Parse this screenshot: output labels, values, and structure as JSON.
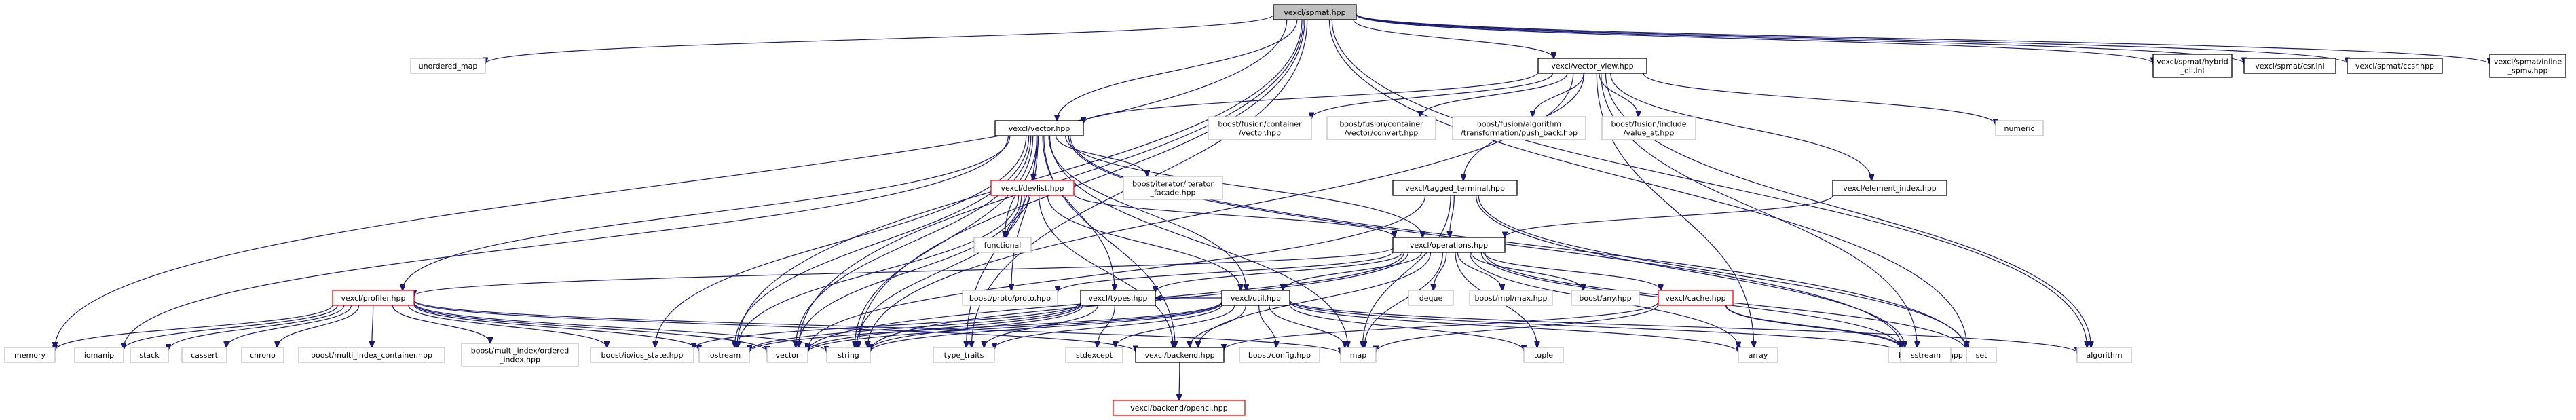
{
  "graph": {
    "colors": {
      "edge": "#191970",
      "border_documented": "#000000",
      "border_external": "#bfbfbf",
      "border_incomplete": "#ff0000",
      "fill_root": "#bfbfbf",
      "fill_default": "#ffffff"
    },
    "nodes": [
      {
        "id": "spmat",
        "lines": [
          "vexcl/spmat.hpp"
        ],
        "kind": "root"
      },
      {
        "id": "unordered_map",
        "lines": [
          "unordered_map"
        ],
        "kind": "external"
      },
      {
        "id": "vector_view",
        "lines": [
          "vexcl/vector_view.hpp"
        ],
        "kind": "documented"
      },
      {
        "id": "hybrid_ell",
        "lines": [
          "vexcl/spmat/hybrid",
          "_ell.inl"
        ],
        "kind": "documented"
      },
      {
        "id": "csr_inl",
        "lines": [
          "vexcl/spmat/csr.inl"
        ],
        "kind": "documented"
      },
      {
        "id": "ccsr",
        "lines": [
          "vexcl/spmat/ccsr.hpp"
        ],
        "kind": "documented"
      },
      {
        "id": "inline_spmv",
        "lines": [
          "vexcl/spmat/inline",
          "_spmv.hpp"
        ],
        "kind": "documented"
      },
      {
        "id": "vector_hpp",
        "lines": [
          "vexcl/vector.hpp"
        ],
        "kind": "documented"
      },
      {
        "id": "fusion_vector",
        "lines": [
          "boost/fusion/container",
          "/vector.hpp"
        ],
        "kind": "external"
      },
      {
        "id": "fusion_convert",
        "lines": [
          "boost/fusion/container",
          "/vector/convert.hpp"
        ],
        "kind": "external"
      },
      {
        "id": "fusion_push_back",
        "lines": [
          "boost/fusion/algorithm",
          "/transformation/push_back.hpp"
        ],
        "kind": "external"
      },
      {
        "id": "fusion_value_at",
        "lines": [
          "boost/fusion/include",
          "/value_at.hpp"
        ],
        "kind": "external"
      },
      {
        "id": "numeric",
        "lines": [
          "numeric"
        ],
        "kind": "external"
      },
      {
        "id": "devlist",
        "lines": [
          "vexcl/devlist.hpp"
        ],
        "kind": "incomplete"
      },
      {
        "id": "iterator_facade",
        "lines": [
          "boost/iterator/iterator",
          "_facade.hpp"
        ],
        "kind": "external"
      },
      {
        "id": "tagged_terminal",
        "lines": [
          "vexcl/tagged_terminal.hpp"
        ],
        "kind": "documented"
      },
      {
        "id": "element_index",
        "lines": [
          "vexcl/element_index.hpp"
        ],
        "kind": "documented"
      },
      {
        "id": "functional",
        "lines": [
          "functional"
        ],
        "kind": "external"
      },
      {
        "id": "operations",
        "lines": [
          "vexcl/operations.hpp"
        ],
        "kind": "documented"
      },
      {
        "id": "profiler",
        "lines": [
          "vexcl/profiler.hpp"
        ],
        "kind": "incomplete"
      },
      {
        "id": "proto",
        "lines": [
          "boost/proto/proto.hpp"
        ],
        "kind": "external"
      },
      {
        "id": "types",
        "lines": [
          "vexcl/types.hpp"
        ],
        "kind": "documented"
      },
      {
        "id": "util",
        "lines": [
          "vexcl/util.hpp"
        ],
        "kind": "documented"
      },
      {
        "id": "deque",
        "lines": [
          "deque"
        ],
        "kind": "external"
      },
      {
        "id": "mpl_max",
        "lines": [
          "boost/mpl/max.hpp"
        ],
        "kind": "external"
      },
      {
        "id": "boost_any",
        "lines": [
          "boost/any.hpp"
        ],
        "kind": "external"
      },
      {
        "id": "cache",
        "lines": [
          "vexcl/cache.hpp"
        ],
        "kind": "incomplete"
      },
      {
        "id": "memory",
        "lines": [
          "memory"
        ],
        "kind": "external"
      },
      {
        "id": "iomanip",
        "lines": [
          "iomanip"
        ],
        "kind": "external"
      },
      {
        "id": "stack",
        "lines": [
          "stack"
        ],
        "kind": "external"
      },
      {
        "id": "cassert",
        "lines": [
          "cassert"
        ],
        "kind": "external"
      },
      {
        "id": "chrono",
        "lines": [
          "chrono"
        ],
        "kind": "external"
      },
      {
        "id": "multi_index",
        "lines": [
          "boost/multi_index_container.hpp"
        ],
        "kind": "external"
      },
      {
        "id": "ordered_index",
        "lines": [
          "boost/multi_index/ordered",
          "_index.hpp"
        ],
        "kind": "external"
      },
      {
        "id": "ios_state",
        "lines": [
          "boost/io/ios_state.hpp"
        ],
        "kind": "external"
      },
      {
        "id": "iostream",
        "lines": [
          "iostream"
        ],
        "kind": "external"
      },
      {
        "id": "vector",
        "lines": [
          "vector"
        ],
        "kind": "external"
      },
      {
        "id": "string",
        "lines": [
          "string"
        ],
        "kind": "external"
      },
      {
        "id": "type_traits",
        "lines": [
          "type_traits"
        ],
        "kind": "external"
      },
      {
        "id": "stdexcept",
        "lines": [
          "stdexcept"
        ],
        "kind": "external"
      },
      {
        "id": "backend",
        "lines": [
          "vexcl/backend.hpp"
        ],
        "kind": "documented"
      },
      {
        "id": "boost_config",
        "lines": [
          "boost/config.hpp"
        ],
        "kind": "external"
      },
      {
        "id": "map",
        "lines": [
          "map"
        ],
        "kind": "external"
      },
      {
        "id": "tuple",
        "lines": [
          "tuple"
        ],
        "kind": "external"
      },
      {
        "id": "array",
        "lines": [
          "array"
        ],
        "kind": "external"
      },
      {
        "id": "boost_thread",
        "lines": [
          "boost/thread.hpp"
        ],
        "kind": "external"
      },
      {
        "id": "sstream",
        "lines": [
          "sstream"
        ],
        "kind": "external"
      },
      {
        "id": "set",
        "lines": [
          "set"
        ],
        "kind": "external"
      },
      {
        "id": "algorithm",
        "lines": [
          "algorithm"
        ],
        "kind": "external"
      },
      {
        "id": "backend_opencl",
        "lines": [
          "vexcl/backend/opencl.hpp"
        ],
        "kind": "incomplete"
      }
    ],
    "edges": [
      [
        "spmat",
        "unordered_map"
      ],
      [
        "spmat",
        "vector_view"
      ],
      [
        "spmat",
        "hybrid_ell"
      ],
      [
        "spmat",
        "csr_inl"
      ],
      [
        "spmat",
        "ccsr"
      ],
      [
        "spmat",
        "inline_spmv"
      ],
      [
        "spmat",
        "vector_hpp"
      ],
      [
        "spmat",
        "memory"
      ],
      [
        "spmat",
        "iostream"
      ],
      [
        "spmat",
        "vector"
      ],
      [
        "spmat",
        "string"
      ],
      [
        "spmat",
        "type_traits"
      ],
      [
        "spmat",
        "set"
      ],
      [
        "spmat",
        "algorithm"
      ],
      [
        "vector_view",
        "vector_hpp"
      ],
      [
        "vector_view",
        "fusion_vector"
      ],
      [
        "vector_view",
        "fusion_convert"
      ],
      [
        "vector_view",
        "fusion_push_back"
      ],
      [
        "vector_view",
        "fusion_value_at"
      ],
      [
        "vector_view",
        "numeric"
      ],
      [
        "vector_view",
        "tagged_terminal"
      ],
      [
        "vector_view",
        "element_index"
      ],
      [
        "vector_view",
        "array"
      ],
      [
        "vector_view",
        "string"
      ],
      [
        "vector_view",
        "sstream"
      ],
      [
        "vector_view",
        "algorithm"
      ],
      [
        "vector_hpp",
        "devlist"
      ],
      [
        "vector_hpp",
        "iterator_facade"
      ],
      [
        "vector_hpp",
        "functional"
      ],
      [
        "vector_hpp",
        "operations"
      ],
      [
        "vector_hpp",
        "profiler"
      ],
      [
        "vector_hpp",
        "proto"
      ],
      [
        "vector_hpp",
        "types"
      ],
      [
        "vector_hpp",
        "util"
      ],
      [
        "vector_hpp",
        "backend"
      ],
      [
        "vector_hpp",
        "iomanip"
      ],
      [
        "vector_hpp",
        "ios_state"
      ],
      [
        "vector_hpp",
        "vector"
      ],
      [
        "vector_hpp",
        "string"
      ],
      [
        "vector_hpp",
        "type_traits"
      ],
      [
        "vector_hpp",
        "iostream"
      ],
      [
        "vector_hpp",
        "map"
      ],
      [
        "vector_hpp",
        "boost_thread"
      ],
      [
        "vector_hpp",
        "set"
      ],
      [
        "devlist",
        "functional"
      ],
      [
        "devlist",
        "operations"
      ],
      [
        "devlist",
        "util"
      ],
      [
        "devlist",
        "backend"
      ],
      [
        "devlist",
        "vector"
      ],
      [
        "devlist",
        "string"
      ],
      [
        "devlist",
        "iostream"
      ],
      [
        "tagged_terminal",
        "operations"
      ],
      [
        "tagged_terminal",
        "vector"
      ],
      [
        "tagged_terminal",
        "map"
      ],
      [
        "tagged_terminal",
        "sstream"
      ],
      [
        "tagged_terminal",
        "set"
      ],
      [
        "element_index",
        "operations"
      ],
      [
        "operations",
        "profiler"
      ],
      [
        "operations",
        "proto"
      ],
      [
        "operations",
        "types"
      ],
      [
        "operations",
        "util"
      ],
      [
        "operations",
        "deque"
      ],
      [
        "operations",
        "mpl_max"
      ],
      [
        "operations",
        "boost_any"
      ],
      [
        "operations",
        "cache"
      ],
      [
        "operations",
        "backend"
      ],
      [
        "operations",
        "vector"
      ],
      [
        "operations",
        "string"
      ],
      [
        "operations",
        "map"
      ],
      [
        "operations",
        "tuple"
      ],
      [
        "operations",
        "array"
      ],
      [
        "operations",
        "sstream"
      ],
      [
        "operations",
        "set"
      ],
      [
        "profiler",
        "memory"
      ],
      [
        "profiler",
        "iomanip"
      ],
      [
        "profiler",
        "stack"
      ],
      [
        "profiler",
        "cassert"
      ],
      [
        "profiler",
        "chrono"
      ],
      [
        "profiler",
        "multi_index"
      ],
      [
        "profiler",
        "ordered_index"
      ],
      [
        "profiler",
        "ios_state"
      ],
      [
        "profiler",
        "iostream"
      ],
      [
        "profiler",
        "vector"
      ],
      [
        "profiler",
        "string"
      ],
      [
        "profiler",
        "backend"
      ],
      [
        "profiler",
        "map"
      ],
      [
        "types",
        "vector"
      ],
      [
        "types",
        "string"
      ],
      [
        "types",
        "type_traits"
      ],
      [
        "types",
        "iostream"
      ],
      [
        "types",
        "stdexcept"
      ],
      [
        "types",
        "ios_state"
      ],
      [
        "util",
        "stdexcept"
      ],
      [
        "util",
        "backend"
      ],
      [
        "util",
        "boost_config"
      ],
      [
        "util",
        "map"
      ],
      [
        "util",
        "tuple"
      ],
      [
        "util",
        "array"
      ],
      [
        "util",
        "sstream"
      ],
      [
        "util",
        "string"
      ],
      [
        "util",
        "vector"
      ],
      [
        "util",
        "type_traits"
      ],
      [
        "util",
        "iostream"
      ],
      [
        "util",
        "algorithm"
      ],
      [
        "util",
        "types"
      ],
      [
        "cache",
        "map"
      ],
      [
        "cache",
        "boost_thread"
      ],
      [
        "cache",
        "backend"
      ],
      [
        "cache",
        "sstream"
      ],
      [
        "backend",
        "backend_opencl"
      ]
    ]
  }
}
